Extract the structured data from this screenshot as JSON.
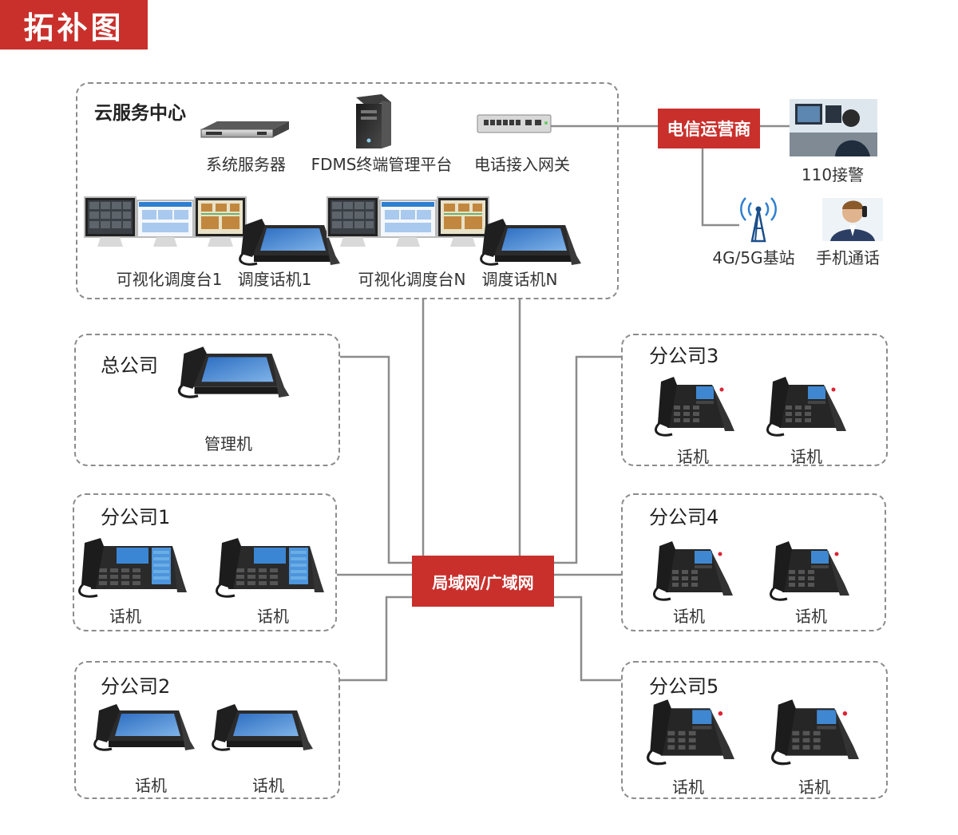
{
  "title": "拓补图",
  "cloud": {
    "title": "云服务中心",
    "server_label": "系统服务器",
    "fdms_label": "FDMS终端管理平台",
    "gateway_label": "电话接入网关",
    "console1_label": "可视化调度台1",
    "dispatch1_label": "调度话机1",
    "consoleN_label": "可视化调度台N",
    "dispatchN_label": "调度话机N"
  },
  "telecom": {
    "label": "电信运营商",
    "police_label": "110接警",
    "tower_label": "4G/5G基站",
    "mobile_label": "手机通话"
  },
  "network": {
    "label": "局域网/广域网"
  },
  "hq": {
    "title": "总公司",
    "phone_label": "管理机"
  },
  "branches": {
    "b1": {
      "title": "分公司1",
      "phone1": "话机",
      "phone2": "话机"
    },
    "b2": {
      "title": "分公司2",
      "phone1": "话机",
      "phone2": "话机"
    },
    "b3": {
      "title": "分公司3",
      "phone1": "话机",
      "phone2": "话机"
    },
    "b4": {
      "title": "分公司4",
      "phone1": "话机",
      "phone2": "话机"
    },
    "b5": {
      "title": "分公司5",
      "phone1": "话机",
      "phone2": "话机"
    }
  },
  "colors": {
    "accent_red": "#c9302c",
    "line_gray": "#8c8c8c",
    "device_dark": "#2b2b2b"
  }
}
